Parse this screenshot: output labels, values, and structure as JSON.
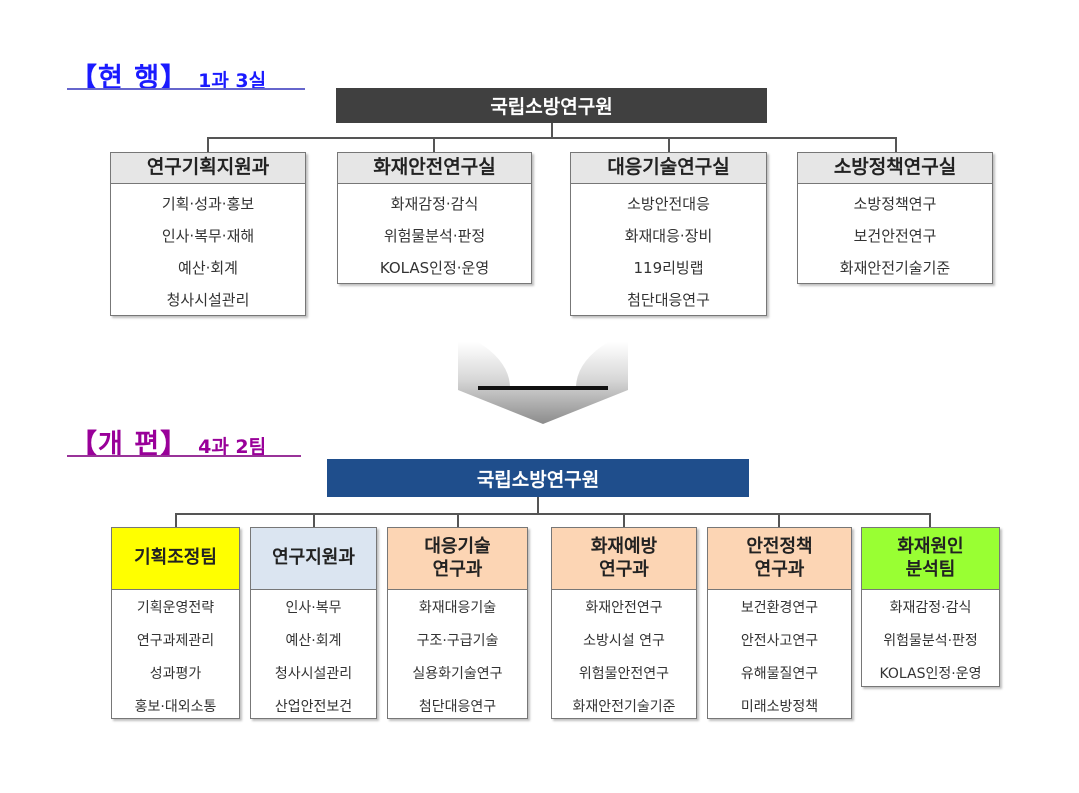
{
  "current": {
    "label": "【현 행】",
    "sub": "1과 3실",
    "root": "국립소방연구원",
    "depts": [
      {
        "name": "연구기획지원과",
        "items": [
          "기획·성과·홍보",
          "인사·복무·재해",
          "예산·회계",
          "청사시설관리"
        ]
      },
      {
        "name": "화재안전연구실",
        "items": [
          "화재감정·감식",
          "위험물분석·판정",
          "KOLAS인정·운영"
        ]
      },
      {
        "name": "대응기술연구실",
        "items": [
          "소방안전대응",
          "화재대응·장비",
          "119리빙랩",
          "첨단대응연구"
        ]
      },
      {
        "name": "소방정책연구실",
        "items": [
          "소방정책연구",
          "보건안전연구",
          "화재안전기술기준"
        ]
      }
    ]
  },
  "reorg": {
    "label": "【개 편】",
    "sub": "4과 2팀",
    "root": "국립소방연구원",
    "depts": [
      {
        "name": "기획조정팀",
        "head_color": "#ffff00",
        "items": [
          "기획운영전략",
          "연구과제관리",
          "성과평가",
          "홍보·대외소통"
        ]
      },
      {
        "name": "연구지원과",
        "head_color": "#dbe5f1",
        "items": [
          "인사·복무",
          "예산·회계",
          "청사시설관리",
          "산업안전보건"
        ]
      },
      {
        "name": "대응기술\n연구과",
        "head_color": "#fcd5b4",
        "items": [
          "화재대응기술",
          "구조·구급기술",
          "실용화기술연구",
          "첨단대응연구"
        ]
      },
      {
        "name": "화재예방\n연구과",
        "head_color": "#fcd5b4",
        "items": [
          "화재안전연구",
          "소방시설 연구",
          "위험물안전연구",
          "화재안전기술기준"
        ]
      },
      {
        "name": "안전정책\n연구과",
        "head_color": "#fcd5b4",
        "items": [
          "보건환경연구",
          "안전사고연구",
          "유해물질연구",
          "미래소방정책"
        ]
      },
      {
        "name": "화재원인\n분석팀",
        "head_color": "#99ff33",
        "items": [
          "화재감정·감식",
          "위험물분석·판정",
          "KOLAS인정·운영"
        ]
      }
    ]
  },
  "colors": {
    "current_label": "#1a1aff",
    "current_underline": "#6666cc",
    "reorg_label": "#990099",
    "reorg_underline": "#993399",
    "current_root_bg": "#404040",
    "reorg_root_bg": "#1f4e8c"
  }
}
